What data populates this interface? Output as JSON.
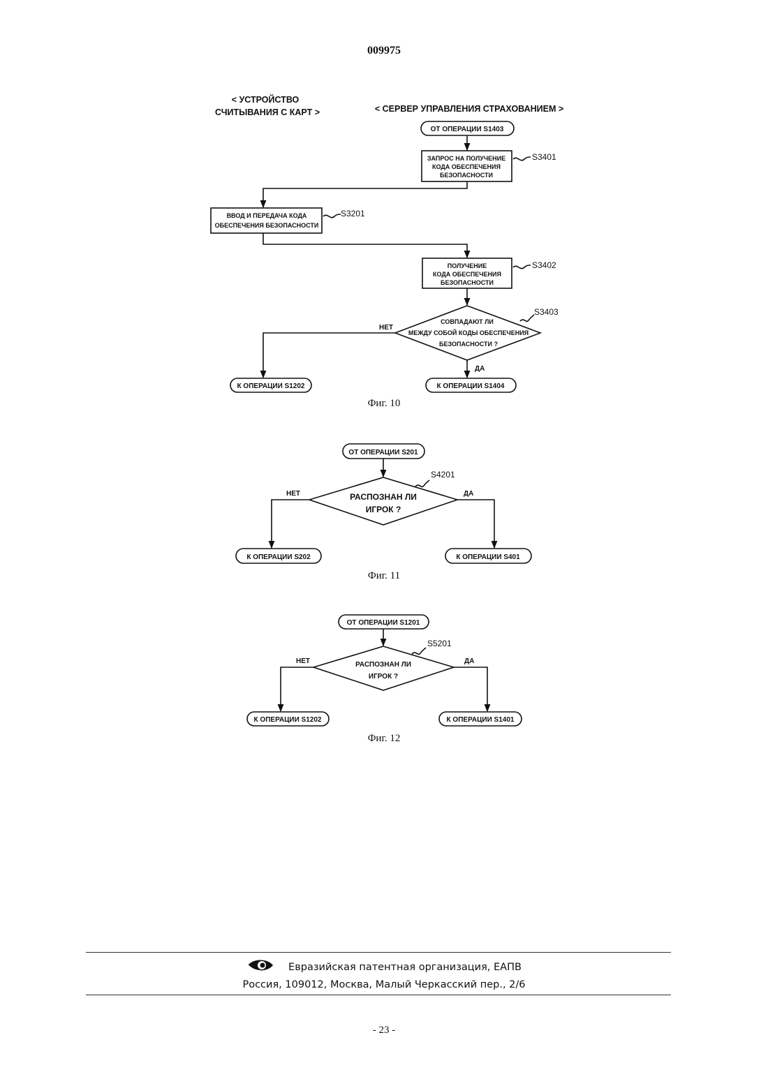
{
  "header": {
    "doc_number": "009975"
  },
  "fig10": {
    "col_left_line1": "< УСТРОЙСТВО",
    "col_left_line2": "СЧИТЫВАНИЯ С КАРТ >",
    "col_right": "< СЕРВЕР УПРАВЛЕНИЯ СТРАХОВАНИЕМ >",
    "start": "ОТ ОПЕРАЦИИ S1403",
    "s3401_lines": [
      "ЗАПРОС НА ПОЛУЧЕНИЕ",
      "КОДА ОБЕСПЕЧЕНИЯ",
      "БЕЗОПАСНОСТИ"
    ],
    "s3401_ref": "S3401",
    "s3201_lines": [
      "ВВОД И ПЕРЕДАЧА КОДА",
      "ОБЕСПЕЧЕНИЯ БЕЗОПАСНОСТИ"
    ],
    "s3201_ref": "S3201",
    "s3402_lines": [
      "ПОЛУЧЕНИЕ",
      "КОДА ОБЕСПЕЧЕНИЯ",
      "БЕЗОПАСНОСТИ"
    ],
    "s3402_ref": "S3402",
    "s3403_lines": [
      "СОВПАДАЮТ ЛИ",
      "МЕЖДУ СОБОЙ КОДЫ ОБЕСПЕЧЕНИЯ",
      "БЕЗОПАСНОСТИ ?"
    ],
    "s3403_ref": "S3403",
    "no": "НЕТ",
    "yes": "ДА",
    "end_left": "К ОПЕРАЦИИ S1202",
    "end_right": "К ОПЕРАЦИИ S1404",
    "caption": "Фиг. 10"
  },
  "fig11": {
    "start": "ОТ ОПЕРАЦИИ S201",
    "decision_lines": [
      "РАСПОЗНАН ЛИ",
      "ИГРОК ?"
    ],
    "ref": "S4201",
    "no": "НЕТ",
    "yes": "ДА",
    "end_left": "К ОПЕРАЦИИ S202",
    "end_right": "К ОПЕРАЦИИ S401",
    "caption": "Фиг. 11"
  },
  "fig12": {
    "start": "ОТ ОПЕРАЦИИ S1201",
    "decision_lines": [
      "РАСПОЗНАН ЛИ",
      "ИГРОК ?"
    ],
    "ref": "S5201",
    "no": "НЕТ",
    "yes": "ДА",
    "end_left": "К ОПЕРАЦИИ S1202",
    "end_right": "К ОПЕРАЦИИ S1401",
    "caption": "Фиг. 12"
  },
  "footer": {
    "logo_icon": "eye-logo-icon",
    "org": "Евразийская патентная организация, ЕАПВ",
    "address": "Россия, 109012, Москва, Малый Черкасский пер., 2/6",
    "page": "- 23 -"
  }
}
